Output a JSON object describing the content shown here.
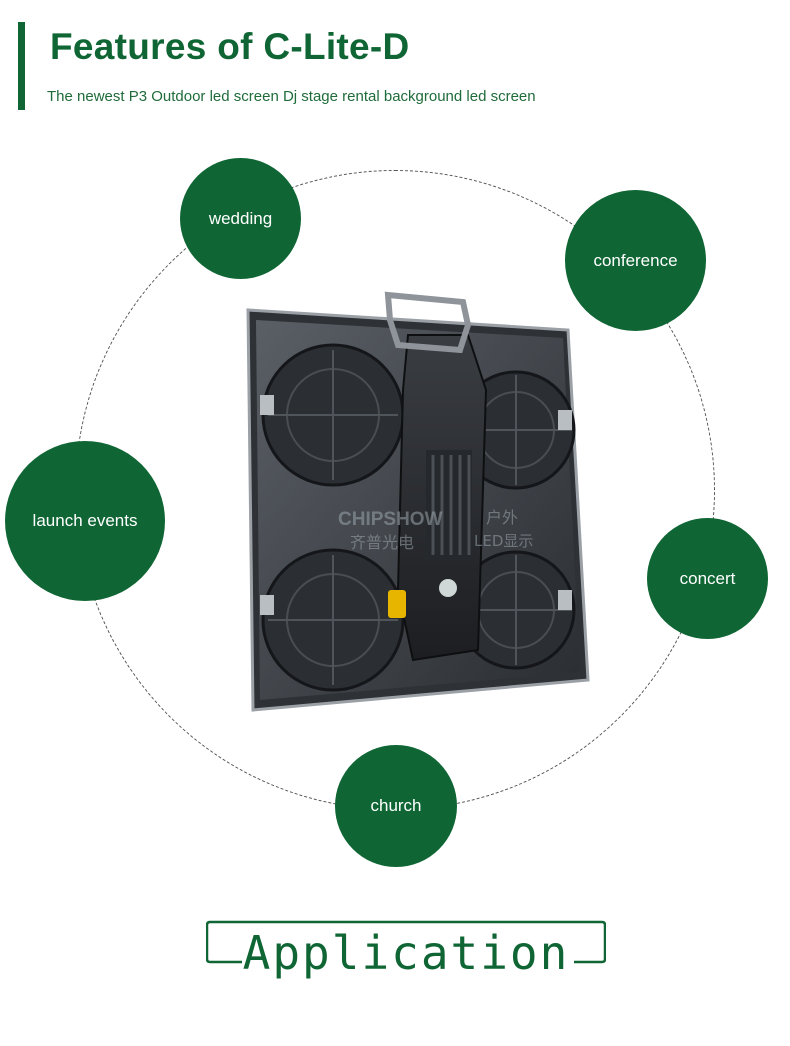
{
  "header": {
    "title": "Features of C-Lite-D",
    "subtitle": "The newest P3 Outdoor led screen Dj stage rental background led screen"
  },
  "applications": {
    "wedding": "wedding",
    "conference": "conference",
    "launch_events": "launch events",
    "concert": "concert",
    "church": "church"
  },
  "product": {
    "watermark_brand": "CHIPSHOW",
    "watermark_cn_left": "齐普光电",
    "watermark_cn_right": "户外",
    "watermark_cn_right2": "LED显示"
  },
  "footer": {
    "label": "Application"
  },
  "colors": {
    "brand_green": "#0f6634",
    "text_dark": "#222222"
  }
}
